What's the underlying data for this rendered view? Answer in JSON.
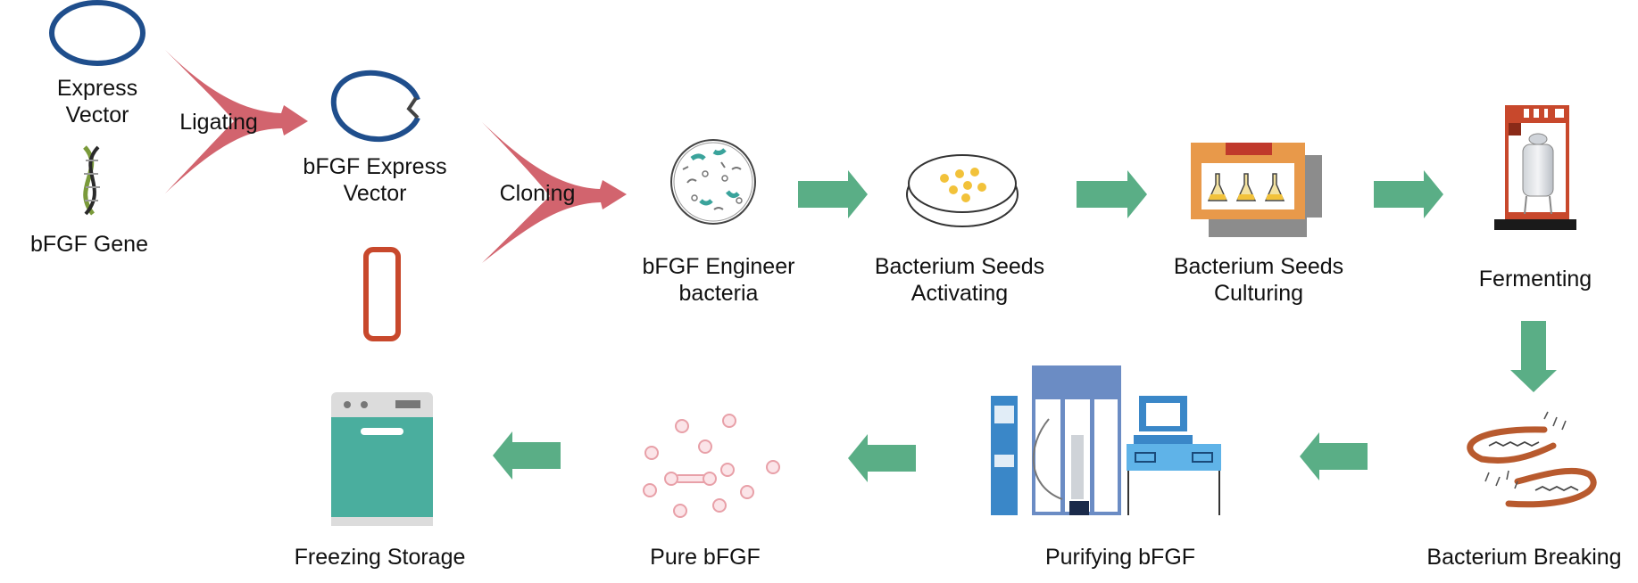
{
  "labels": {
    "express_vector": [
      "Express",
      "Vector"
    ],
    "bfgf_gene": "bFGF Gene",
    "ligating": "Ligating",
    "bfgf_express_vector": [
      "bFGF Express",
      "Vector"
    ],
    "cloning": "Cloning",
    "engineer_bacteria": [
      "bFGF Engineer",
      "bacteria"
    ],
    "seeds_activating": [
      "Bacterium Seeds",
      "Activating"
    ],
    "seeds_culturing": [
      "Bacterium Seeds",
      "Culturing"
    ],
    "fermenting": "Fermenting",
    "bacterium_breaking": "Bacterium Breaking",
    "purifying": "Purifying bFGF",
    "pure_bfgf": "Pure bFGF",
    "freezing_storage": "Freezing Storage"
  },
  "colors": {
    "vector_blue": "#1f4e8c",
    "ligate_red": "#d2646e",
    "flow_green": "#5aae86",
    "incubator_orange": "#e8994a",
    "fermenter_red": "#c8482c",
    "freezer_teal": "#4aae9e",
    "purifier_blue": "#6b8cc4",
    "protein_pink": "#e8a0a8"
  },
  "icons": [
    "plasmid-icon",
    "dna-icon",
    "open-plasmid-icon",
    "tube-icon",
    "petri-dish-icon",
    "culture-dish-icon",
    "incubator-icon",
    "fermenter-icon",
    "broken-bacteria-icon",
    "purifier-icon",
    "protein-icon",
    "freezer-icon"
  ]
}
